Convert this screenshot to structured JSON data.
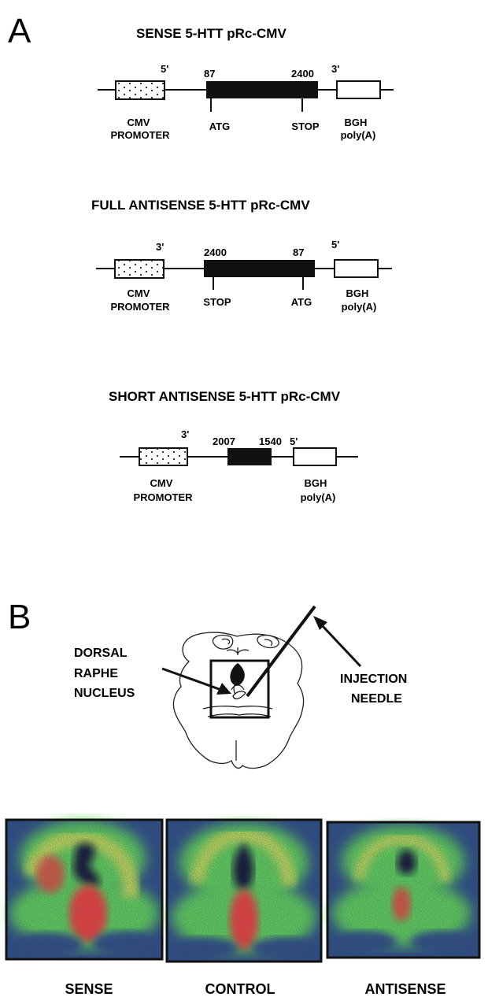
{
  "panel_a": {
    "letter": "A",
    "constructs": [
      {
        "title": "SENSE  5-HTT pRc-CMV",
        "end_left": "5'",
        "end_right": "3'",
        "pos_left": "87",
        "pos_right": "2400",
        "promoter_line1": "CMV",
        "promoter_line2": "PROMOTER",
        "tick_left": "ATG",
        "tick_right": "STOP",
        "polya_line1": "BGH",
        "polya_line2": "poly(A)"
      },
      {
        "title": "FULL  ANTISENSE 5-HTT pRc-CMV",
        "end_left": "3'",
        "end_right": "5'",
        "pos_left": "2400",
        "pos_right": "87",
        "promoter_line1": "CMV",
        "promoter_line2": "PROMOTER",
        "tick_left": "STOP",
        "tick_right": "ATG",
        "polya_line1": "BGH",
        "polya_line2": "poly(A)"
      },
      {
        "title": "SHORT ANTISENSE 5-HTT pRc-CMV",
        "end_left": "3'",
        "end_right": "5'",
        "pos_left": "2007",
        "pos_right": "1540",
        "promoter_line1": "CMV",
        "promoter_line2": "PROMOTER",
        "polya_line1": "BGH",
        "polya_line2": "poly(A)"
      }
    ]
  },
  "panel_b": {
    "letter": "B",
    "dorsal_line1": "DORSAL",
    "dorsal_line2": "RAPHE",
    "dorsal_line3": "NUCLEUS",
    "needle_line1": "INJECTION",
    "needle_line2": "NEEDLE",
    "images": [
      {
        "caption": "SENSE"
      },
      {
        "caption": "CONTROL"
      },
      {
        "caption": "ANTISENSE"
      }
    ],
    "colors": {
      "background": "#2a4a7a",
      "green": "#5fd84a",
      "yellow": "#d8e64a",
      "red": "#ff3a2a",
      "dark": "#0d1020"
    }
  }
}
